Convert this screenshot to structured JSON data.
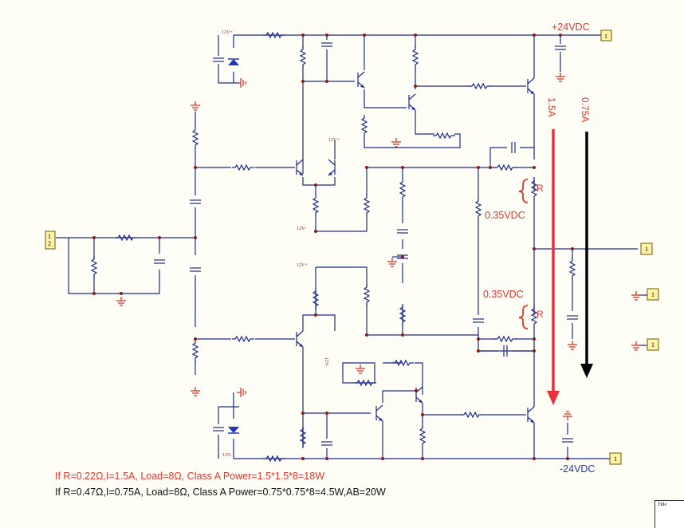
{
  "supply": {
    "pos_label": "+24VDC",
    "neg_label": "-24VDC"
  },
  "ports": {
    "input": "1\n2",
    "pos_supply": "1",
    "output": "1",
    "gnd_a": "1",
    "gnd_b": "1",
    "neg_supply": "1"
  },
  "rails": {
    "v12_pos_top": "12V+",
    "v12_pos_mid": "12V+",
    "v12_neg_mid": "12V-",
    "v12_pos_mid2": "12V+",
    "v12_neg_vert": "12V-",
    "v12_neg_bot": "12V-"
  },
  "annotations": {
    "current_red": "1.5A",
    "current_black": "0.75A",
    "r_top": "R",
    "r_bot": "R",
    "vdc_top": "0.35VDC",
    "vdc_bot": "0.35VDC"
  },
  "notes": {
    "red": "If R=0.22Ω,I=1.5A, Load=8Ω, Class A Power=1.5*1.5*8=18W",
    "black": "If R=0.47Ω,I=0.75A, Load=8Ω, Class A Power=0.75*0.75*8=4.5W,AB=20W"
  },
  "title_block": {
    "label": "Title"
  },
  "colors": {
    "wire": "#1c2b8c",
    "ground": "#d23a2a",
    "annotation_red": "#e0362c",
    "annotation_blue": "#1d36c4",
    "arrow_red": "#e8303a",
    "arrow_black": "#000000"
  }
}
